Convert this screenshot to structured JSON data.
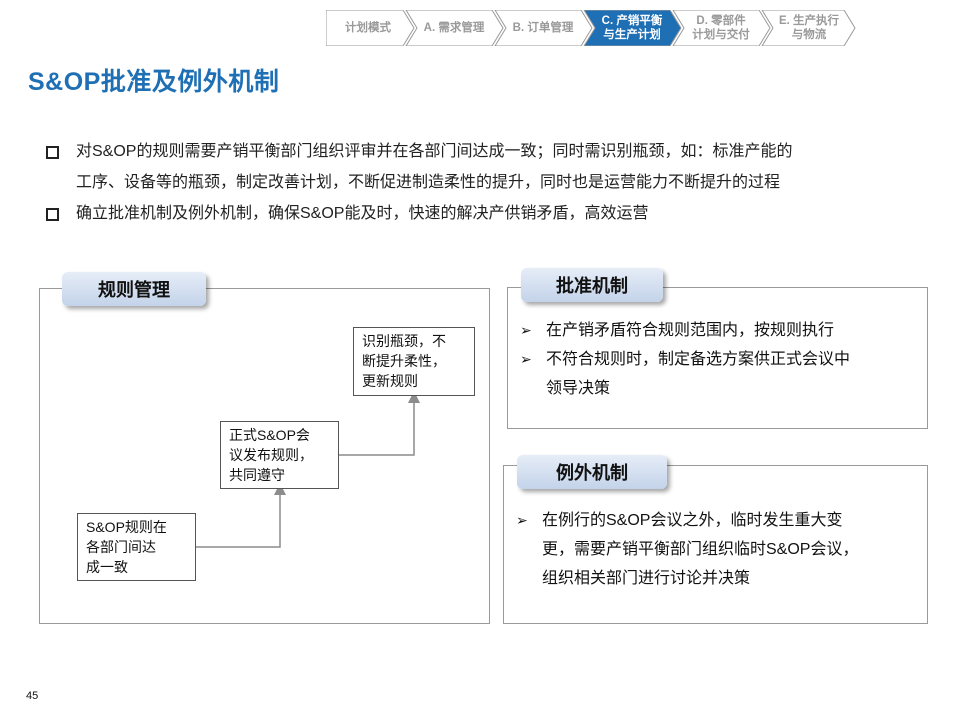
{
  "nav": {
    "items": [
      {
        "label_1": "计划模式",
        "label_2": "",
        "active": false
      },
      {
        "label_1": "A. 需求管理",
        "label_2": "",
        "active": false
      },
      {
        "label_1": "B. 订单管理",
        "label_2": "",
        "active": false
      },
      {
        "label_1": "C. 产销平衡",
        "label_2": "与生产计划",
        "active": true
      },
      {
        "label_1": "D. 零部件",
        "label_2": "计划与交付",
        "active": false
      },
      {
        "label_1": "E. 生产执行",
        "label_2": "与物流",
        "active": false
      }
    ],
    "active_color": "#1f6fb5",
    "inactive_color": "#ffffff"
  },
  "title": "S&OP批准及例外机制",
  "bullets": [
    {
      "line_1": "对S&OP的规则需要产销平衡部门组织评审并在各部门间达成一致；同时需识别瓶颈，如：标准产能的",
      "line_2": "工序、设备等的瓶颈，制定改善计划，不断促进制造柔性的提升，同时也是运营能力不断提升的过程"
    },
    {
      "line_1": "确立批准机制及例外机制，确保S&OP能及时，快速的解决产供销矛盾，高效运营",
      "line_2": ""
    }
  ],
  "rules_panel": {
    "tab": "规则管理",
    "steps": [
      {
        "line_1": "S&OP规则在",
        "line_2": "各部门间达",
        "line_3": "成一致"
      },
      {
        "line_1": "正式S&OP会",
        "line_2": "议发布规则，",
        "line_3": "共同遵守"
      },
      {
        "line_1": "识别瓶颈，不",
        "line_2": "断提升柔性，",
        "line_3": "更新规则"
      }
    ]
  },
  "approval_panel": {
    "tab": "批准机制",
    "items": [
      {
        "line_1": "在产销矛盾符合规则范围内，按规则执行",
        "line_2": ""
      },
      {
        "line_1": "不符合规则时，制定备选方案供正式会议中",
        "line_2": "领导决策"
      }
    ]
  },
  "exception_panel": {
    "tab": "例外机制",
    "items": [
      {
        "line_1": "在例行的S&OP会议之外，临时发生重大变",
        "line_2": "更，需要产销平衡部门组织临时S&OP会议，",
        "line_3": "组织相关部门进行讨论并决策"
      }
    ]
  },
  "bullet_marker": "square-bullet-icon",
  "list_marker": "triangle-arrow-icon",
  "page_number": "45"
}
